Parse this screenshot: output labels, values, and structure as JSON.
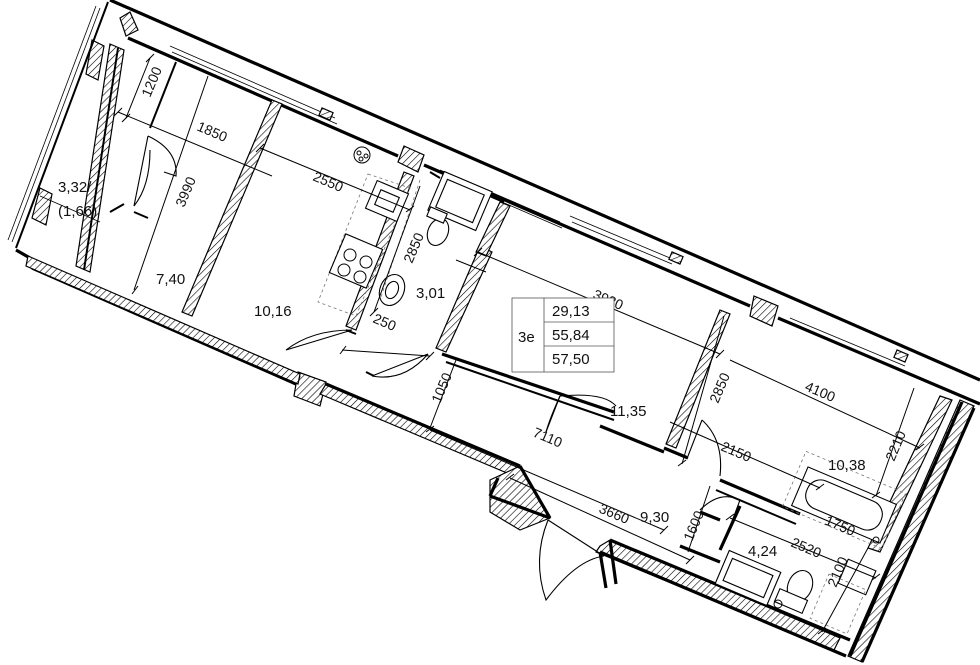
{
  "rooms": {
    "loggia": {
      "area": "3,32/",
      "area_reduced": "(1,66)"
    },
    "bedroom": {
      "area": "7,40"
    },
    "kitchen_living": {
      "area": "10,16"
    },
    "bathroom_small": {
      "area": "3,01"
    },
    "bedroom_large": {
      "area": "11,35"
    },
    "bedroom_right": {
      "area": "10,38"
    },
    "hallway": {
      "area": "9,30"
    },
    "bathroom": {
      "area": "4,24"
    }
  },
  "dimensions": {
    "d1200": "1200",
    "d1850": "1850",
    "d3990": "3990",
    "d2550": "2550",
    "d2850a": "2850",
    "d250": "250",
    "d3980": "3980",
    "d1050": "1050",
    "d7110": "7110",
    "d2850b": "2850",
    "d4100": "4100",
    "d2150": "2150",
    "d2210": "2210",
    "d3660": "3660",
    "d1600": "1600",
    "d2520": "2520",
    "d1750": "1750",
    "d2100": "2100"
  },
  "summary": {
    "type": "3e",
    "living_area": "29,13",
    "total_area": "55,84",
    "total_with_loggia": "57,50"
  },
  "colors": {
    "line": "#000000",
    "background": "#ffffff",
    "hatch": "#000000"
  }
}
